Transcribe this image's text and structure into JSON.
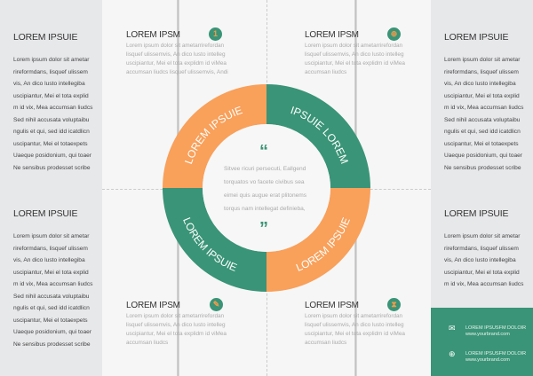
{
  "colors": {
    "orange": "#f9a05a",
    "green": "#3a9477"
  },
  "side_title": "LOREM IPSUIE",
  "side_text": [
    "Lorem ipsum dolor sit ametar",
    "rireformdans, lisquef ulissem",
    "vis, An dico lusto intellegiba",
    "uscipiantur, Mei el tota explid",
    "m id vix, Mea accumsan liudcs",
    "Sed nihil accusata voluptaibu",
    "ngulis et qui, sed idd icatdlicn",
    "uscipantur, Mei el totaexpets",
    "Uaeque posidonium, qui toaer",
    "Ne sensibus prodesset scribe"
  ],
  "cards": [
    {
      "title": "LOREM IPSM",
      "icon": "number-one-icon",
      "glyph": "1",
      "lines": [
        "Lorem ipsum dolor sit ametarrirefordan",
        "lisquef ulissemvis, An dico lusto intelleg",
        "uscipiantur, Mei el tota explidm id viMea",
        "accumsan liudcs lisquef ulissemvis, Andi"
      ]
    },
    {
      "title": "LOREM IPSM",
      "icon": "globe-icon",
      "glyph": "⊕",
      "lines": [
        "Lorem ipsum dolor sit ametarrirefordan",
        "lisquef ulissemvis, An dico lusto intelleg",
        "uscipiantur, Mei el tota explidm id viMea",
        "accumsan liudcs"
      ]
    },
    {
      "title": "LOREM IPSM",
      "icon": "pencil-icon",
      "glyph": "✎",
      "lines": [
        "Lorem ipsum dolor sit ametarrirefordan",
        "lisquef ulissemvis, An dico lusto intelleg",
        "uscipiantur, Mei el tota explidm id viMea",
        "accumsan liudcs"
      ]
    },
    {
      "title": "LOREM IPSM",
      "icon": "hourglass-icon",
      "glyph": "⧗",
      "lines": [
        "Lorem ipsum dolor sit ametarrirefordan",
        "lisquef ulissemvis, An dico lusto intelleg",
        "uscipiantur, Mei el tota explidm id viMea",
        "accumsan liudcs"
      ]
    }
  ],
  "ring": {
    "tl": "LOREM IPSUIE",
    "tr": "IPSUIE LOREM",
    "bl": "LOREM IPSUIE",
    "br": "LOREM IPSUIE"
  },
  "quote": {
    "open": "“",
    "close": "”",
    "lines": [
      "Sitvee ricuri persecuti, Eallgend",
      "torquatos vo facete civibus sea",
      "eimei quis augue erat plitonems",
      "torqus nam intellegat definieba,"
    ]
  },
  "contact": [
    {
      "icon": "certificate-icon",
      "glyph": "✉",
      "title": "LOREM IPSUSFM DOLOIR",
      "url": "www.yourbrand.com"
    },
    {
      "icon": "globe-icon",
      "glyph": "⊕",
      "title": "LOREM IPSUSFM DOLOIR",
      "url": "www.yourbrand.com"
    }
  ]
}
